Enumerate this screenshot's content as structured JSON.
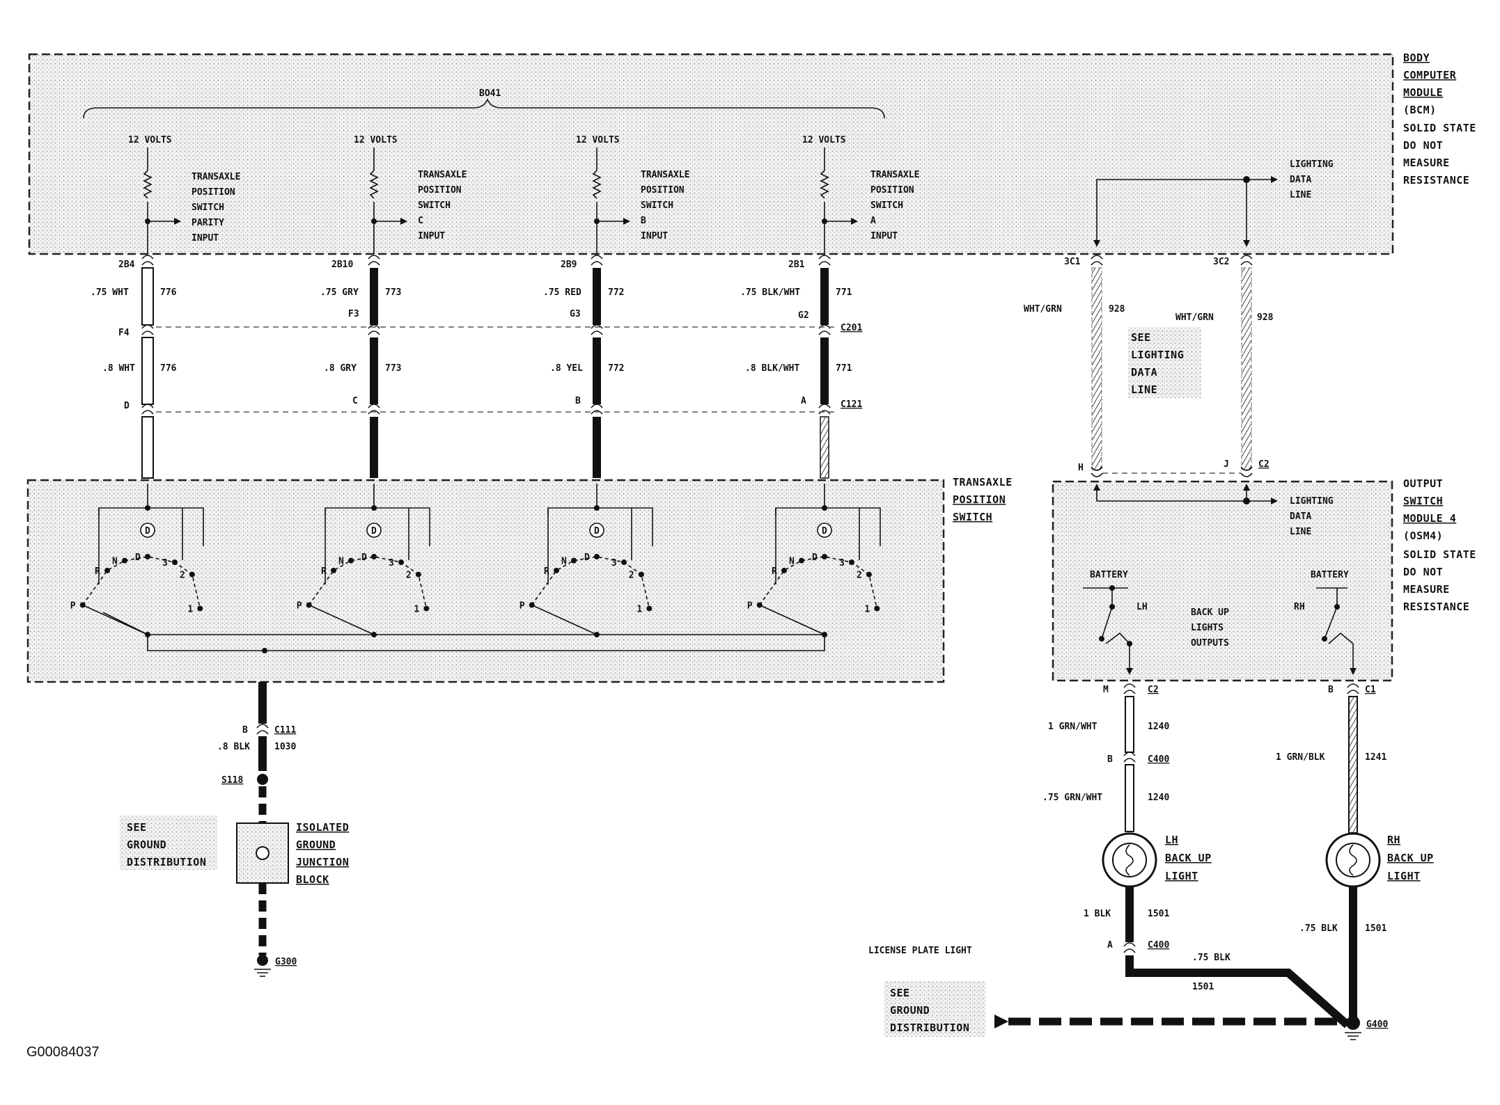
{
  "bcm": {
    "title_lines": [
      "BODY",
      "COMPUTER",
      "MODULE",
      "(BCM)"
    ],
    "note_lines": [
      "SOLID STATE",
      "DO NOT",
      "MEASURE",
      "RESISTANCE"
    ],
    "bus_label": "BO41",
    "lighting_data_line": [
      "LIGHTING",
      "DATA",
      "LINE"
    ]
  },
  "inputs": [
    {
      "volts": "12 VOLTS",
      "lines": [
        "TRANSAXLE",
        "POSITION",
        "SWITCH",
        "PARITY",
        "INPUT"
      ],
      "pin": "2B4",
      "wire1_left": ".75 WHT",
      "wire1_right": "776",
      "conn1": "F4",
      "wire2_left": ".8 WHT",
      "wire2_right": "776",
      "conn2": "D"
    },
    {
      "volts": "12 VOLTS",
      "lines": [
        "TRANSAXLE",
        "POSITION",
        "SWITCH",
        "C",
        "INPUT"
      ],
      "pin": "2B10",
      "wire1_left": ".75 GRY",
      "wire1_right": "773",
      "conn1": "F3",
      "wire2_left": ".8 GRY",
      "wire2_right": "773",
      "conn2": "C"
    },
    {
      "volts": "12 VOLTS",
      "lines": [
        "TRANSAXLE",
        "POSITION",
        "SWITCH",
        "B",
        "INPUT"
      ],
      "pin": "2B9",
      "wire1_left": ".75 RED",
      "wire1_right": "772",
      "conn1": "G3",
      "wire2_left": ".8 YEL",
      "wire2_right": "772",
      "conn2": "B"
    },
    {
      "volts": "12 VOLTS",
      "lines": [
        "TRANSAXLE",
        "POSITION",
        "SWITCH",
        "A",
        "INPUT"
      ],
      "pin": "2B1",
      "wire1_left": ".75 BLK/WHT",
      "wire1_right": "771",
      "conn1": "G2",
      "wire2_left": ".8 BLK/WHT",
      "wire2_right": "771",
      "conn2": "A"
    }
  ],
  "connectors": {
    "c201": "C201",
    "c121": "C121"
  },
  "tps": {
    "title_lines": [
      "TRANSAXLE",
      "POSITION",
      "SWITCH"
    ],
    "positions": [
      "P",
      "R",
      "N",
      "D",
      "3",
      "2",
      "1"
    ],
    "drive_symbol": "D"
  },
  "ground_left": {
    "pin": "B",
    "conn": "C111",
    "wire_left": ".8 BLK",
    "wire_right": "1030",
    "splice": "S118",
    "see_lines": [
      "SEE",
      "GROUND",
      "DISTRIBUTION"
    ],
    "block_lines": [
      "ISOLATED",
      "GROUND",
      "JUNCTION",
      "BLOCK"
    ],
    "ground": "G300"
  },
  "data_line": {
    "pin_left": "3C1",
    "pin_right": "3C2",
    "wire_left": "WHT/GRN",
    "wire_left_num": "928",
    "wire_right": "WHT/GRN",
    "wire_right_num": "928",
    "see_lines": [
      "SEE",
      "LIGHTING",
      "DATA",
      "LINE"
    ],
    "osm_pin_left": "H",
    "osm_pin_right": "J",
    "osm_conn": "C2"
  },
  "osm": {
    "title_lines": [
      "OUTPUT",
      "SWITCH",
      "MODULE 4",
      "(OSM4)"
    ],
    "note_lines": [
      "SOLID STATE",
      "DO NOT",
      "MEASURE",
      "RESISTANCE"
    ],
    "lighting_data_line": [
      "LIGHTING",
      "DATA",
      "LINE"
    ],
    "battery_left": "BATTERY",
    "battery_right": "BATTERY",
    "lh": "LH",
    "rh": "RH",
    "outputs_lines": [
      "BACK UP",
      "LIGHTS",
      "OUTPUTS"
    ]
  },
  "lh_circuit": {
    "pin": "M",
    "conn": "C2",
    "wire1_left": "1 GRN/WHT",
    "wire1_right": "1240",
    "pin2": "B",
    "conn2": "C400",
    "wire2_left": ".75 GRN/WHT",
    "wire2_right": "1240",
    "lamp_lines": [
      "LH",
      "BACK UP",
      "LIGHT"
    ],
    "wire3_left": "1 BLK",
    "wire3_right": "1501",
    "pin3": "A",
    "conn3": "C400",
    "wire4_top": ".75 BLK",
    "wire4_bottom": "1501"
  },
  "rh_circuit": {
    "pin": "B",
    "conn": "C1",
    "wire1_left": "1 GRN/BLK",
    "wire1_right": "1241",
    "lamp_lines": [
      "RH",
      "BACK UP",
      "LIGHT"
    ],
    "wire2_left": ".75 BLK",
    "wire2_right": "1501"
  },
  "license_plate": "LICENSE PLATE LIGHT",
  "ground_right": {
    "see_lines": [
      "SEE",
      "GROUND",
      "DISTRIBUTION"
    ],
    "ground": "G400"
  },
  "figure_id": "G00084037"
}
